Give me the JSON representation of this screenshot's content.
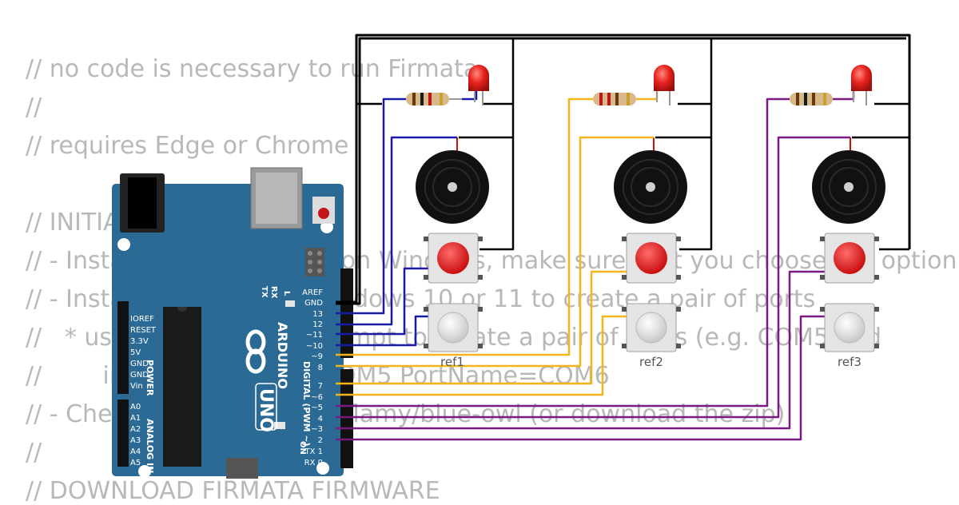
{
  "code_lines": [
    "// no code is necessary to run Firmata",
    "//",
    "// requires Edge or Chrome",
    "",
    "// INITIAL SETUP",
    "// - Install the Arduino IDE on Windows, make sure that you choose the option to",
    "// - Install com0com on Windows 10 or 11 to create a pair of ports",
    "//   * use the command prompt to create a pair of ports (e.g. COM5 and",
    "//        install PortName=COM5 PortName=COM6",
    "// - Check out github.com/jflamy/blue-owl (or download the zip)",
    "//",
    "// DOWNLOAD FIRMATA FIRMWARE"
  ],
  "refs": [
    "ref1",
    "ref2",
    "ref3"
  ],
  "arduino": {
    "brand": "ARDUINO",
    "model": "UNO",
    "on_label": "ON",
    "tx_label": "TX",
    "rx_label": "RX",
    "l_label": "L",
    "digital_label": "DIGITAL (PWM ~)",
    "power_label": "POWER",
    "analog_label": "ANALOG IN",
    "digital_pins": [
      "AREF",
      "GND",
      "13",
      "12",
      "~11",
      "~10",
      "~9",
      "8",
      "7",
      "~6",
      "~5",
      "4",
      "~3",
      "2",
      "TX 1",
      "RX 0"
    ],
    "power_pins": [
      "IOREF",
      "RESET",
      "3.3V",
      "5V",
      "GND",
      "GND",
      "Vin"
    ],
    "analog_pins": [
      "A0",
      "A1",
      "A2",
      "A3",
      "A4",
      "A5"
    ]
  },
  "colors": {
    "board": "#2b6a95",
    "wire_black": "#000000",
    "wire_blue": "#1a1aa8",
    "wire_orange": "#f2b51c",
    "wire_purple": "#7b1a82",
    "led": "#e8231f",
    "button_red": "#e81818",
    "code_text": "#b8b8b8"
  }
}
